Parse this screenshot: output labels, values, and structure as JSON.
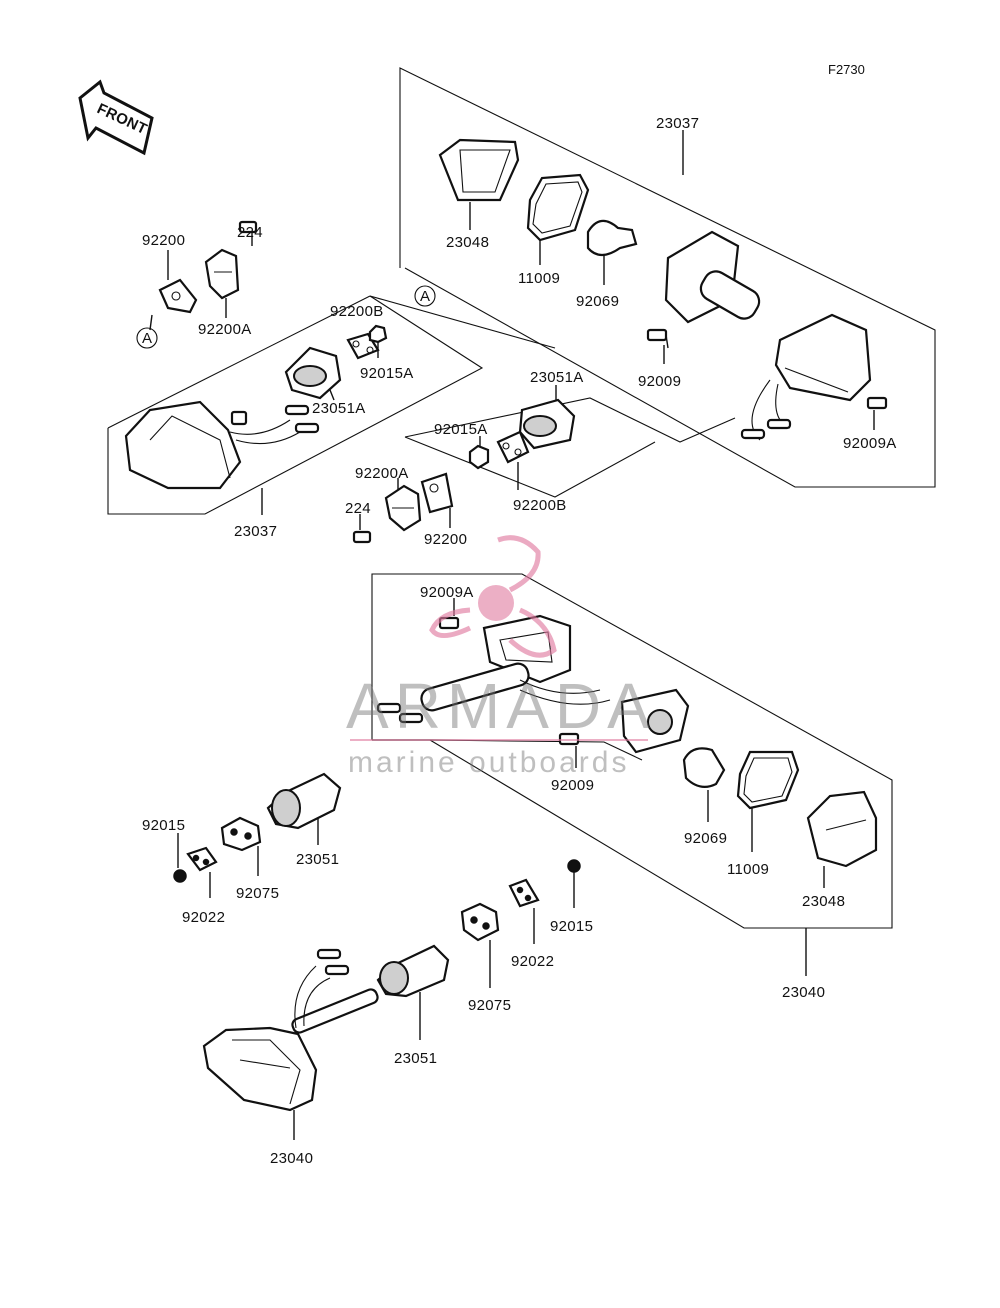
{
  "figure_code": "F2730",
  "front_label": "FRONT",
  "ref_mark": "A",
  "watermark": {
    "brand": "ARMADA",
    "tagline": "marine outboards",
    "accent_color": "#e07aa0"
  },
  "labels": {
    "assy_23037_right": "23037",
    "lens_23048_top": "23048",
    "gasket_11009_top": "11009",
    "bulb_92069_top": "92069",
    "screw_92009_top": "92009",
    "screw_92009a_top": "92009A",
    "socket_23051a_right": "23051A",
    "nut_92015a_right": "92015A",
    "plate_92200b_right": "92200B",
    "plate_92200_left": "92200",
    "bolt_224_left": "224",
    "bracket_92200a_left": "92200A",
    "plate_92200b_left": "92200B",
    "nut_92015a_left": "92015A",
    "socket_23051a_left": "23051A",
    "assy_23037_left": "23037",
    "bracket_92200a_mid": "92200A",
    "bolt_224_mid": "224",
    "plate_92200_mid": "92200",
    "screw_92009a_bottom": "92009A",
    "screw_92009_bottom": "92009",
    "bulb_92069_bottom": "92069",
    "gasket_11009_bottom": "11009",
    "lens_23048_bottom": "23048",
    "assy_23040_right": "23040",
    "nut_92015_left": "92015",
    "washer_92022_left": "92022",
    "grommet_92075_left": "92075",
    "socket_23051_left": "23051",
    "nut_92015_right": "92015",
    "washer_92022_right": "92022",
    "grommet_92075_right": "92075",
    "socket_23051_bottom": "23051",
    "assy_23040_bottom": "23040"
  }
}
